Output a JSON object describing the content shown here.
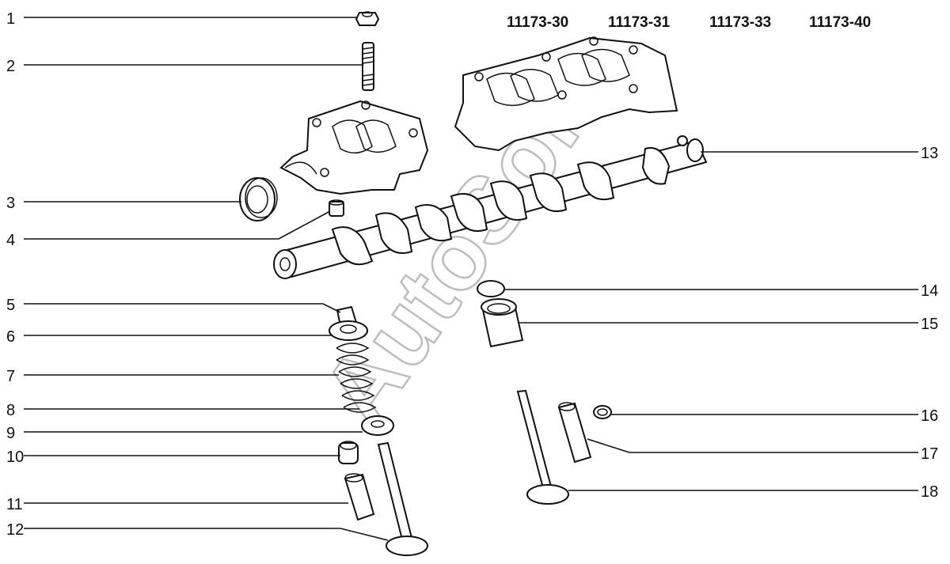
{
  "watermark": "AutoSoft",
  "model_codes": [
    "11173-30",
    "11173-31",
    "11173-33",
    "11173-40"
  ],
  "callouts": [
    "1",
    "2",
    "3",
    "4",
    "5",
    "6",
    "7",
    "8",
    "9",
    "10",
    "11",
    "12",
    "13",
    "14",
    "15",
    "16",
    "17",
    "18"
  ],
  "colors": {
    "ink": "#111111",
    "watermark": "#bdbdbd",
    "background": "#ffffff"
  }
}
